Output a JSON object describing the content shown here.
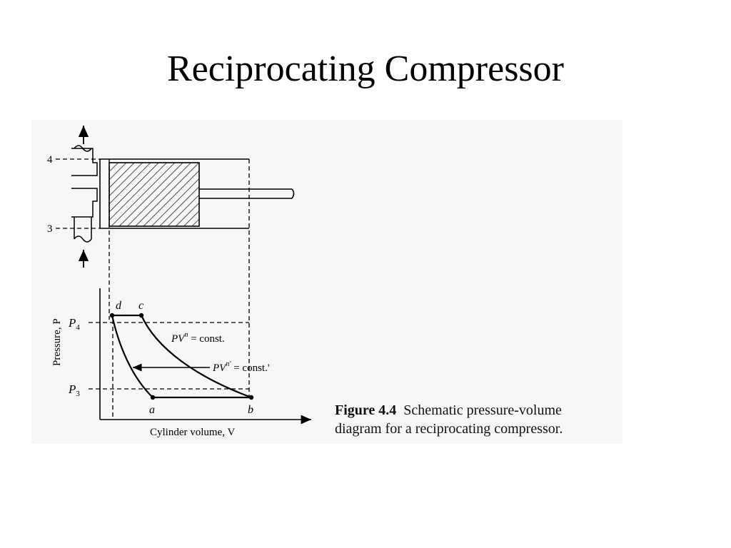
{
  "slide": {
    "title": "Reciprocating Compressor"
  },
  "diagram": {
    "valve_levels": {
      "top": "4",
      "bottom": "3"
    },
    "pressure_levels": {
      "p4": "P",
      "p4_sub": "4",
      "p3": "P",
      "p3_sub": "3"
    },
    "point_labels": {
      "d": "d",
      "c": "c",
      "a": "a",
      "b": "b"
    },
    "process_labels": {
      "compression": {
        "base": "PV",
        "exp": "n",
        "rest": " = const."
      },
      "expansion": {
        "base": "PV",
        "exp": "n'",
        "rest": " = const.'"
      }
    },
    "y_axis_label": "Pressure, P",
    "x_axis_label": "Cylinder volume, V"
  },
  "caption": {
    "figure_label": "Figure 4.4",
    "text_line1": "Schematic pressure-volume",
    "text_line2": "diagram for a reciprocating compressor."
  }
}
